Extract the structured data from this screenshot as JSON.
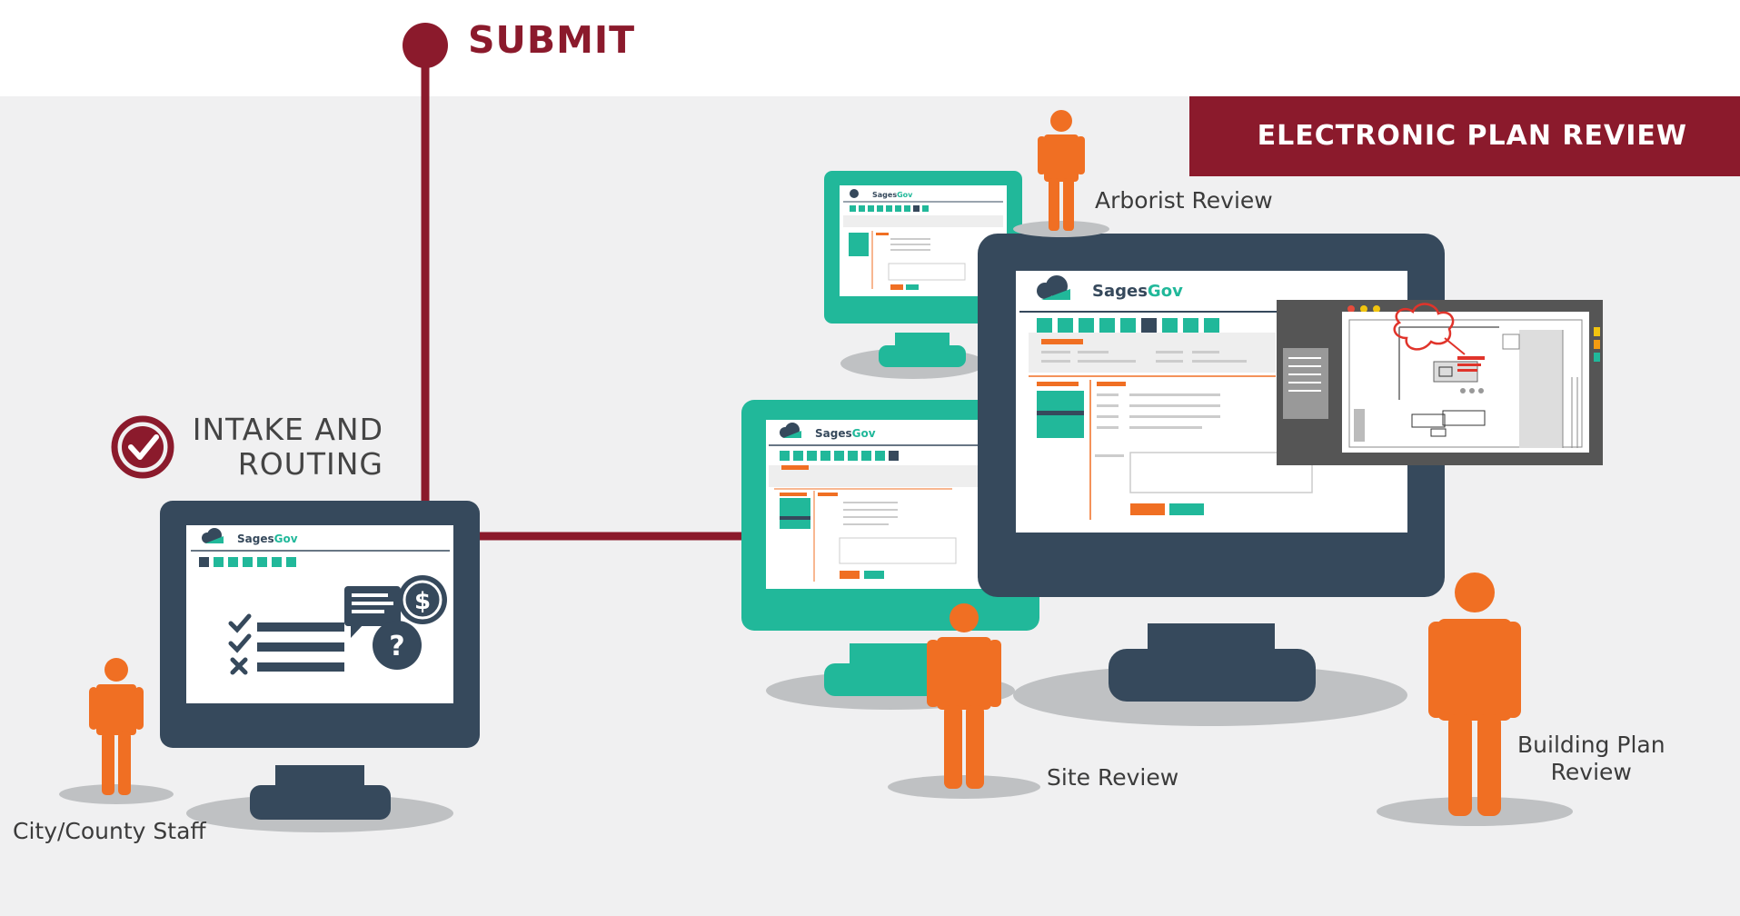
{
  "header": {
    "submit_label": "SUBMIT",
    "banner_label": "ELECTRONIC PLAN REVIEW"
  },
  "intake": {
    "line1": "INTAKE AND",
    "line2": "ROUTING"
  },
  "people": {
    "staff": "City/County Staff",
    "arborist": "Arborist Review",
    "site": "Site Review",
    "building_line1": "Building Plan",
    "building_line2": "Review"
  },
  "app": {
    "brand_part1": "Sages",
    "brand_part2": "Gov"
  },
  "colors": {
    "maroon": "#8b1a2c",
    "teal": "#21b89a",
    "navy": "#36495c",
    "orange": "#f06f23",
    "background": "#f0f0f1",
    "shadow": "#bfc1c3"
  }
}
